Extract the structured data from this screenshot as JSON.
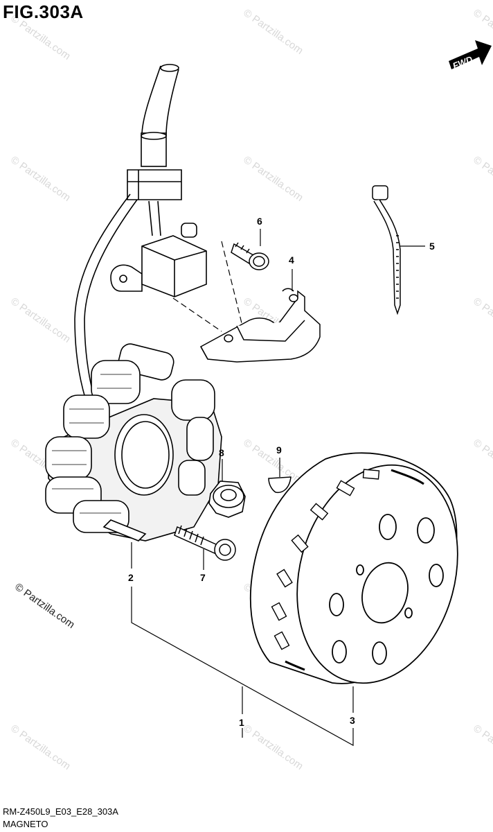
{
  "figure_title": "FIG.303A",
  "fwd_label": "FWD",
  "watermark": "© Partzilla.com",
  "credit": "© Partzilla.com",
  "footer": {
    "code": "RM-Z450L9_E03_E28_303A",
    "section": "MAGNETO"
  },
  "callouts": {
    "c1": "1",
    "c2": "2",
    "c3": "3",
    "c4": "4",
    "c5": "5",
    "c6": "6",
    "c7": "7",
    "c8": "8",
    "c9": "9"
  }
}
